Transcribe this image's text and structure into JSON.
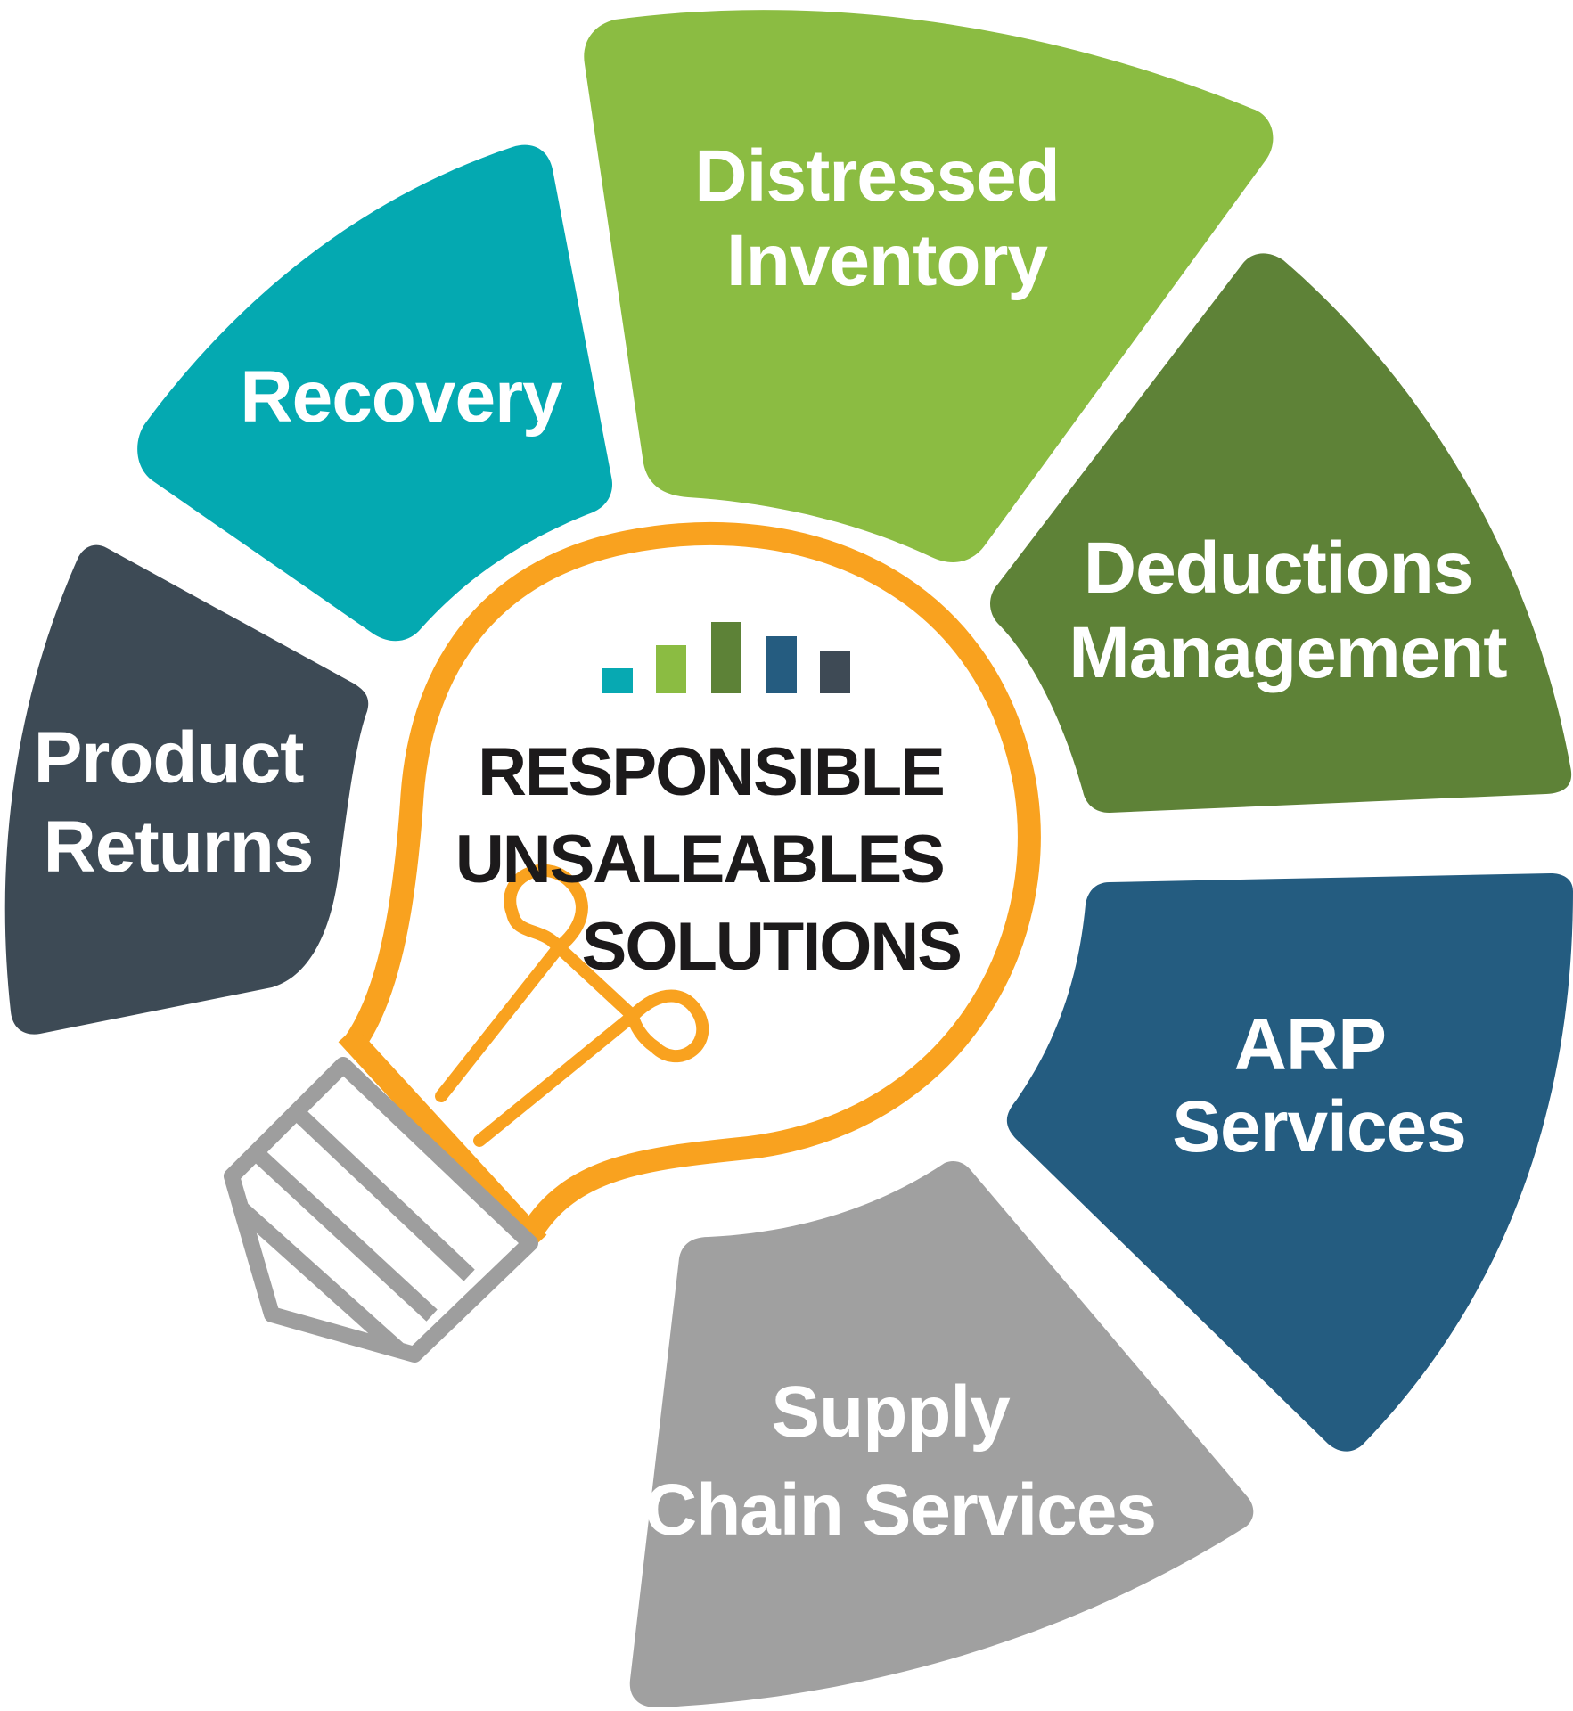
{
  "center": {
    "lines": [
      "RESPONSIBLE",
      "UNSALEABLES",
      "SOLUTIONS"
    ],
    "text_color": "#1c1a1b",
    "bulb_color": "#f9a21f",
    "base_color": "#9e9e9e",
    "bar_colors": [
      "#07a9b2",
      "#8bbc42",
      "#5d8237",
      "#255c80",
      "#3e4a55"
    ]
  },
  "segments": [
    {
      "id": "product-returns",
      "lines": [
        "Product",
        "Returns"
      ],
      "color": "#3d4a55"
    },
    {
      "id": "recovery",
      "lines": [
        "Recovery"
      ],
      "color": "#04a9b1"
    },
    {
      "id": "distressed-inventory",
      "lines": [
        "Distressed",
        "Inventory"
      ],
      "color": "#8bbc42"
    },
    {
      "id": "deductions-management",
      "lines": [
        "Deductions",
        "Management"
      ],
      "color": "#5e8237"
    },
    {
      "id": "arp-services",
      "lines": [
        "ARP",
        "Services"
      ],
      "color": "#245c80"
    },
    {
      "id": "supply-chain-services",
      "lines": [
        "Supply",
        "Chain Services"
      ],
      "color": "#a0a0a0"
    }
  ]
}
